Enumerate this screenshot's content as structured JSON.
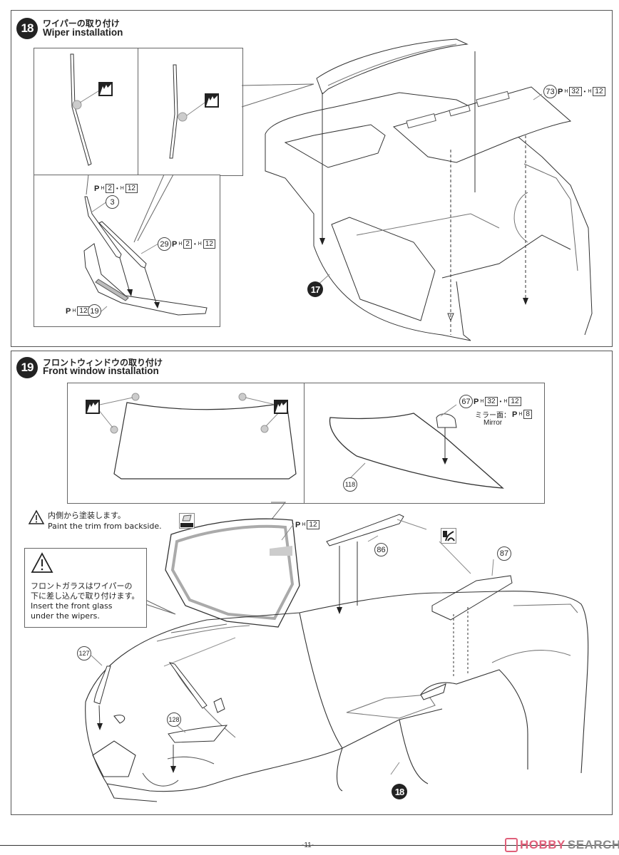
{
  "page": {
    "number": "-11-",
    "watermark": {
      "brand_a": "HOBBY",
      "brand_b": "SEARCH",
      "color_a": "#e0607a",
      "color_b": "#8a8a8a"
    }
  },
  "steps": [
    {
      "number": "18",
      "title_jp": "ワイパーの取り付け",
      "title_en": "Wiper installation",
      "parts": [
        {
          "id": "3",
          "paint": {
            "color_code": "2",
            "plus_code": "12"
          }
        },
        {
          "id": "29",
          "paint": {
            "color_code": "2",
            "plus_code": "12"
          }
        },
        {
          "id": "19",
          "paint": {
            "color_code": "12"
          }
        },
        {
          "id": "73",
          "paint": {
            "color_code": "32",
            "plus_code": "12"
          }
        }
      ],
      "subassembly_ref": "17"
    },
    {
      "number": "19",
      "title_jp": "フロントウィンドウの取り付け",
      "title_en": "Front window installation",
      "parts": [
        {
          "id": "67",
          "paint": {
            "color_code": "32",
            "plus_code": "12"
          },
          "mirror_jp": "ミラー面：",
          "mirror_code": "8",
          "mirror_en": "Mirror"
        },
        {
          "id": "118"
        },
        {
          "id": "86"
        },
        {
          "id": "87"
        },
        {
          "id": "127"
        },
        {
          "id": "128"
        }
      ],
      "window_paint": {
        "color_code": "12"
      },
      "note_trim": {
        "jp": "内側から塗装します。",
        "en": "Paint the trim from backside."
      },
      "note_glass": {
        "jp_1": "フロントガラスはワイパーの",
        "jp_2": "下に差し込んで取り付けます。",
        "en_1": "Insert the front glass",
        "en_2": "under the wipers."
      },
      "subassembly_ref": "18"
    }
  ],
  "paint_symbols": {
    "p": "P",
    "h": "H",
    "plus": "•"
  },
  "icons": [
    "decal-icon",
    "glue-icon",
    "warning-icon",
    "mask-paint-icon"
  ]
}
